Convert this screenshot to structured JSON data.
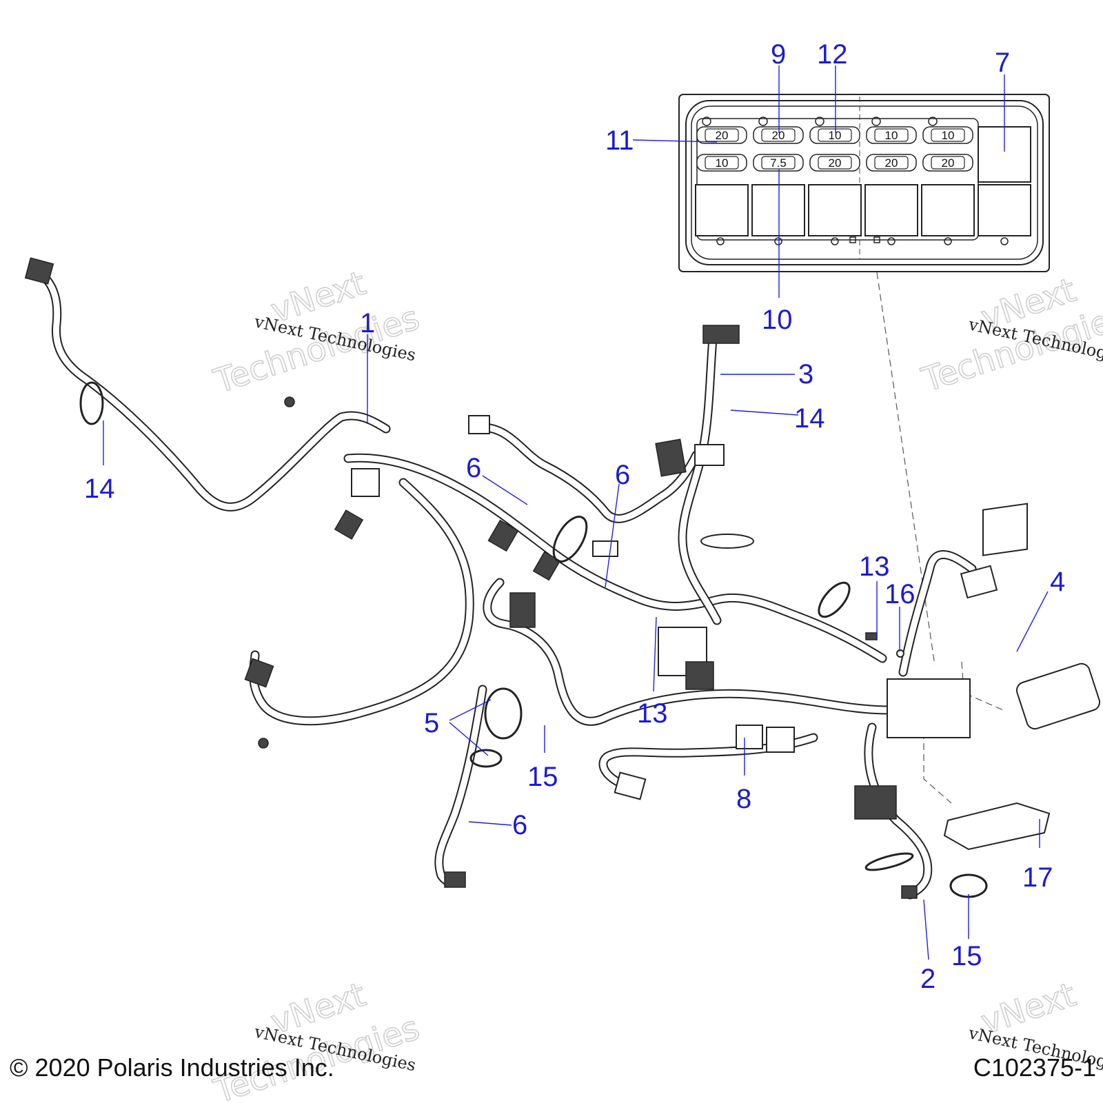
{
  "watermark": {
    "logo_line1": "vNext",
    "logo_line2": "Technologies",
    "caption": "vNext Technologies"
  },
  "fuse_box": {
    "fuse_ratings_top": [
      "20",
      "20",
      "10",
      "10",
      "10"
    ],
    "fuse_ratings_bottom": [
      "10",
      "7.5",
      "20",
      "20",
      "20"
    ]
  },
  "callouts": [
    "9",
    "12",
    "7",
    "11",
    "10",
    "1",
    "3",
    "14",
    "14",
    "6",
    "6",
    "13",
    "16",
    "4",
    "13",
    "5",
    "15",
    "8",
    "6",
    "17",
    "15",
    "2"
  ],
  "footer": {
    "copyright": "© 2020 Polaris Industries Inc.",
    "drawing_number": "C102375-1"
  }
}
